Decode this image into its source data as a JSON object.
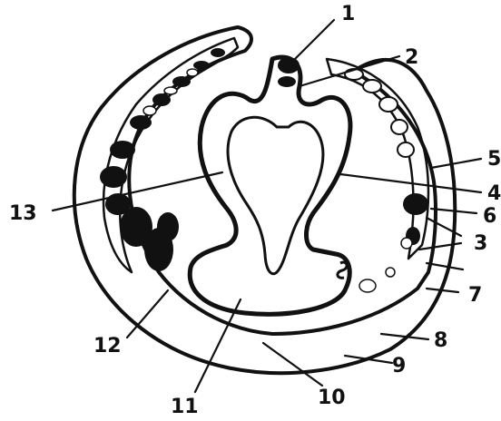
{
  "figure": {
    "labels": [
      {
        "id": "1",
        "text": "1"
      },
      {
        "id": "2",
        "text": "2"
      },
      {
        "id": "3",
        "text": "3"
      },
      {
        "id": "4",
        "text": "4"
      },
      {
        "id": "5",
        "text": "5"
      },
      {
        "id": "6",
        "text": "6"
      },
      {
        "id": "7",
        "text": "7"
      },
      {
        "id": "8",
        "text": "8"
      },
      {
        "id": "9",
        "text": "9"
      },
      {
        "id": "10",
        "text": "10"
      },
      {
        "id": "11",
        "text": "11"
      },
      {
        "id": "12",
        "text": "12"
      },
      {
        "id": "13",
        "text": "13"
      }
    ]
  }
}
